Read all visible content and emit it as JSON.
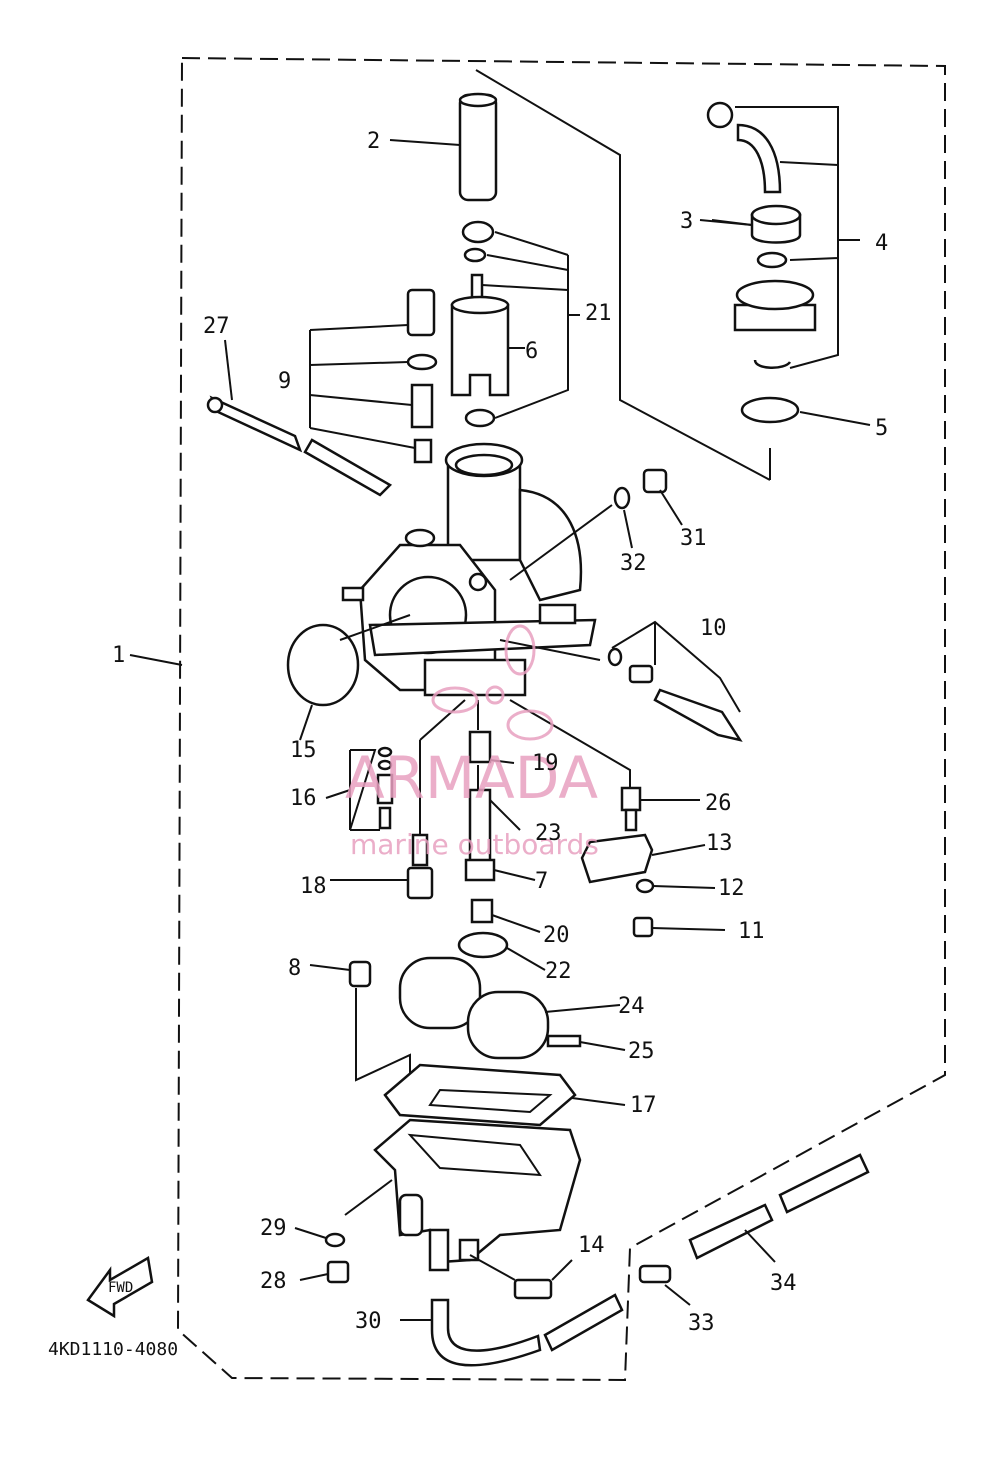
{
  "diagram": {
    "diagram_code": "4KD1110-4080",
    "fwd_badge": "FWD",
    "part_numbers": [
      "1",
      "2",
      "3",
      "4",
      "5",
      "6",
      "7",
      "8",
      "9",
      "10",
      "11",
      "12",
      "13",
      "14",
      "15",
      "16",
      "17",
      "18",
      "19",
      "20",
      "21",
      "22",
      "23",
      "24",
      "25",
      "26",
      "27",
      "28",
      "29",
      "30",
      "31",
      "32",
      "33",
      "34"
    ]
  },
  "watermark": {
    "brand": "ARMADA",
    "tagline": "marine outboards",
    "color": "#e8a0c0"
  }
}
